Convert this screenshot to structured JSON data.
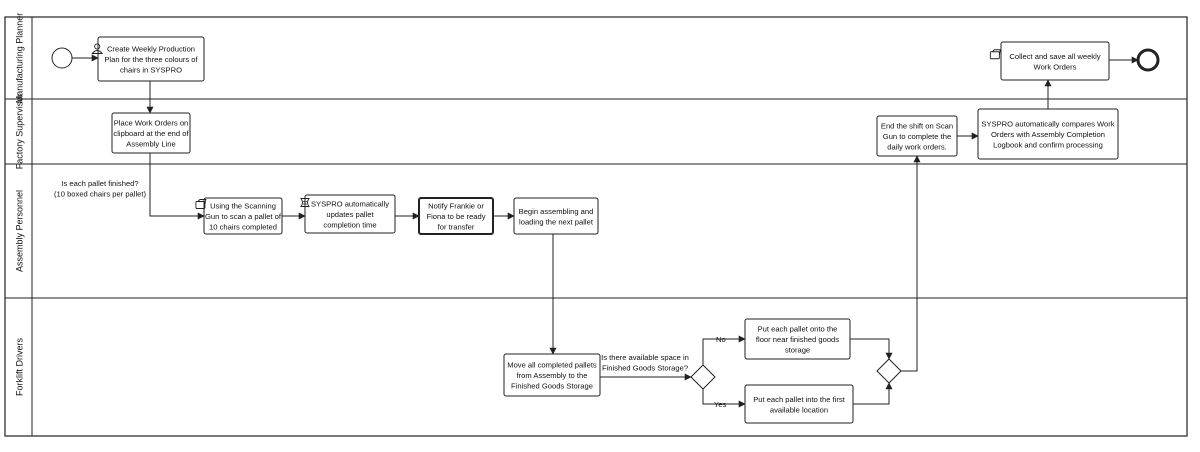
{
  "lanes": [
    {
      "id": "mp",
      "label": "Manufacturing Planner"
    },
    {
      "id": "fs",
      "label": "Factory Supervisor"
    },
    {
      "id": "ap",
      "label": "Assembly Personnel"
    },
    {
      "id": "fd",
      "label": "Forklift Drivers"
    }
  ],
  "tasks": [
    {
      "id": "t1",
      "lines": [
        "Create Weekly Production",
        "Plan for the three colours of",
        "chairs in SYSPRO"
      ],
      "icon": "user-icon"
    },
    {
      "id": "t2",
      "lines": [
        "Place Work Orders on",
        "clipboard at the end of",
        "Assembly Line"
      ]
    },
    {
      "id": "t3",
      "lines": [
        "Using the Scanning",
        "Gun to scan a pallet of",
        "10 chairs completed"
      ],
      "icon": "scanner-icon"
    },
    {
      "id": "t4",
      "lines": [
        "SYSPRO automatically",
        "updates pallet",
        "completion time"
      ],
      "icon": "script-icon"
    },
    {
      "id": "t5",
      "lines": [
        "Notify Frankie or",
        "Fiona to be ready",
        "for transfer"
      ]
    },
    {
      "id": "t6",
      "lines": [
        "Begin assembling and",
        "loading the next pallet"
      ]
    },
    {
      "id": "t7",
      "lines": [
        "Move all completed pallets",
        "from Assembly to the",
        "Finished Goods Storage"
      ]
    },
    {
      "id": "t8",
      "lines": [
        "Put each pallet onto the",
        "floor near finished goods",
        "storage"
      ]
    },
    {
      "id": "t9",
      "lines": [
        "Put each pallet into the first",
        "available location"
      ]
    },
    {
      "id": "t10",
      "lines": [
        "End the shift on Scan",
        "Gun to complete the",
        "daily work orders."
      ]
    },
    {
      "id": "t11",
      "lines": [
        "SYSPRO automatically compares Work",
        "Orders with Assembly Completion",
        "Logbook and confirm processing"
      ]
    },
    {
      "id": "t12",
      "lines": [
        "Collect and save all weekly",
        "Work Orders"
      ],
      "icon": "scanner-icon"
    }
  ],
  "annotations": [
    {
      "id": "a1",
      "lines": [
        "Is each pallet finished?",
        "(10 boxed chairs per pallet)"
      ]
    },
    {
      "id": "a2",
      "lines": [
        "Is there available space in",
        "Finished Goods Storage?"
      ]
    }
  ],
  "edge_labels": {
    "no": "No",
    "yes": "Yes"
  },
  "colors": {
    "stroke": "#222222",
    "text": "#111111",
    "fill": "#ffffff"
  }
}
